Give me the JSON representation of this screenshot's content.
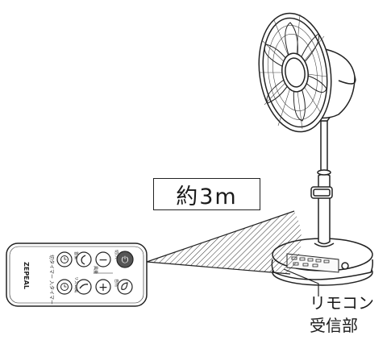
{
  "distance_label": "約3m",
  "receiver_label": [
    "リモコン",
    "受信部"
  ],
  "remote": {
    "brand": "ZEPEAL",
    "off_timer": "切タイマー",
    "on_timer": "入タイマー",
    "natural": "自然",
    "rhythm": "リズム風",
    "wind_volume": "風量",
    "swing": "首振",
    "power_symbol": "⏻",
    "minus": "−",
    "plus": "+",
    "off_on": "切/入"
  },
  "colors": {
    "line": "#222222",
    "button_dark": "#555555",
    "background": "#ffffff"
  }
}
